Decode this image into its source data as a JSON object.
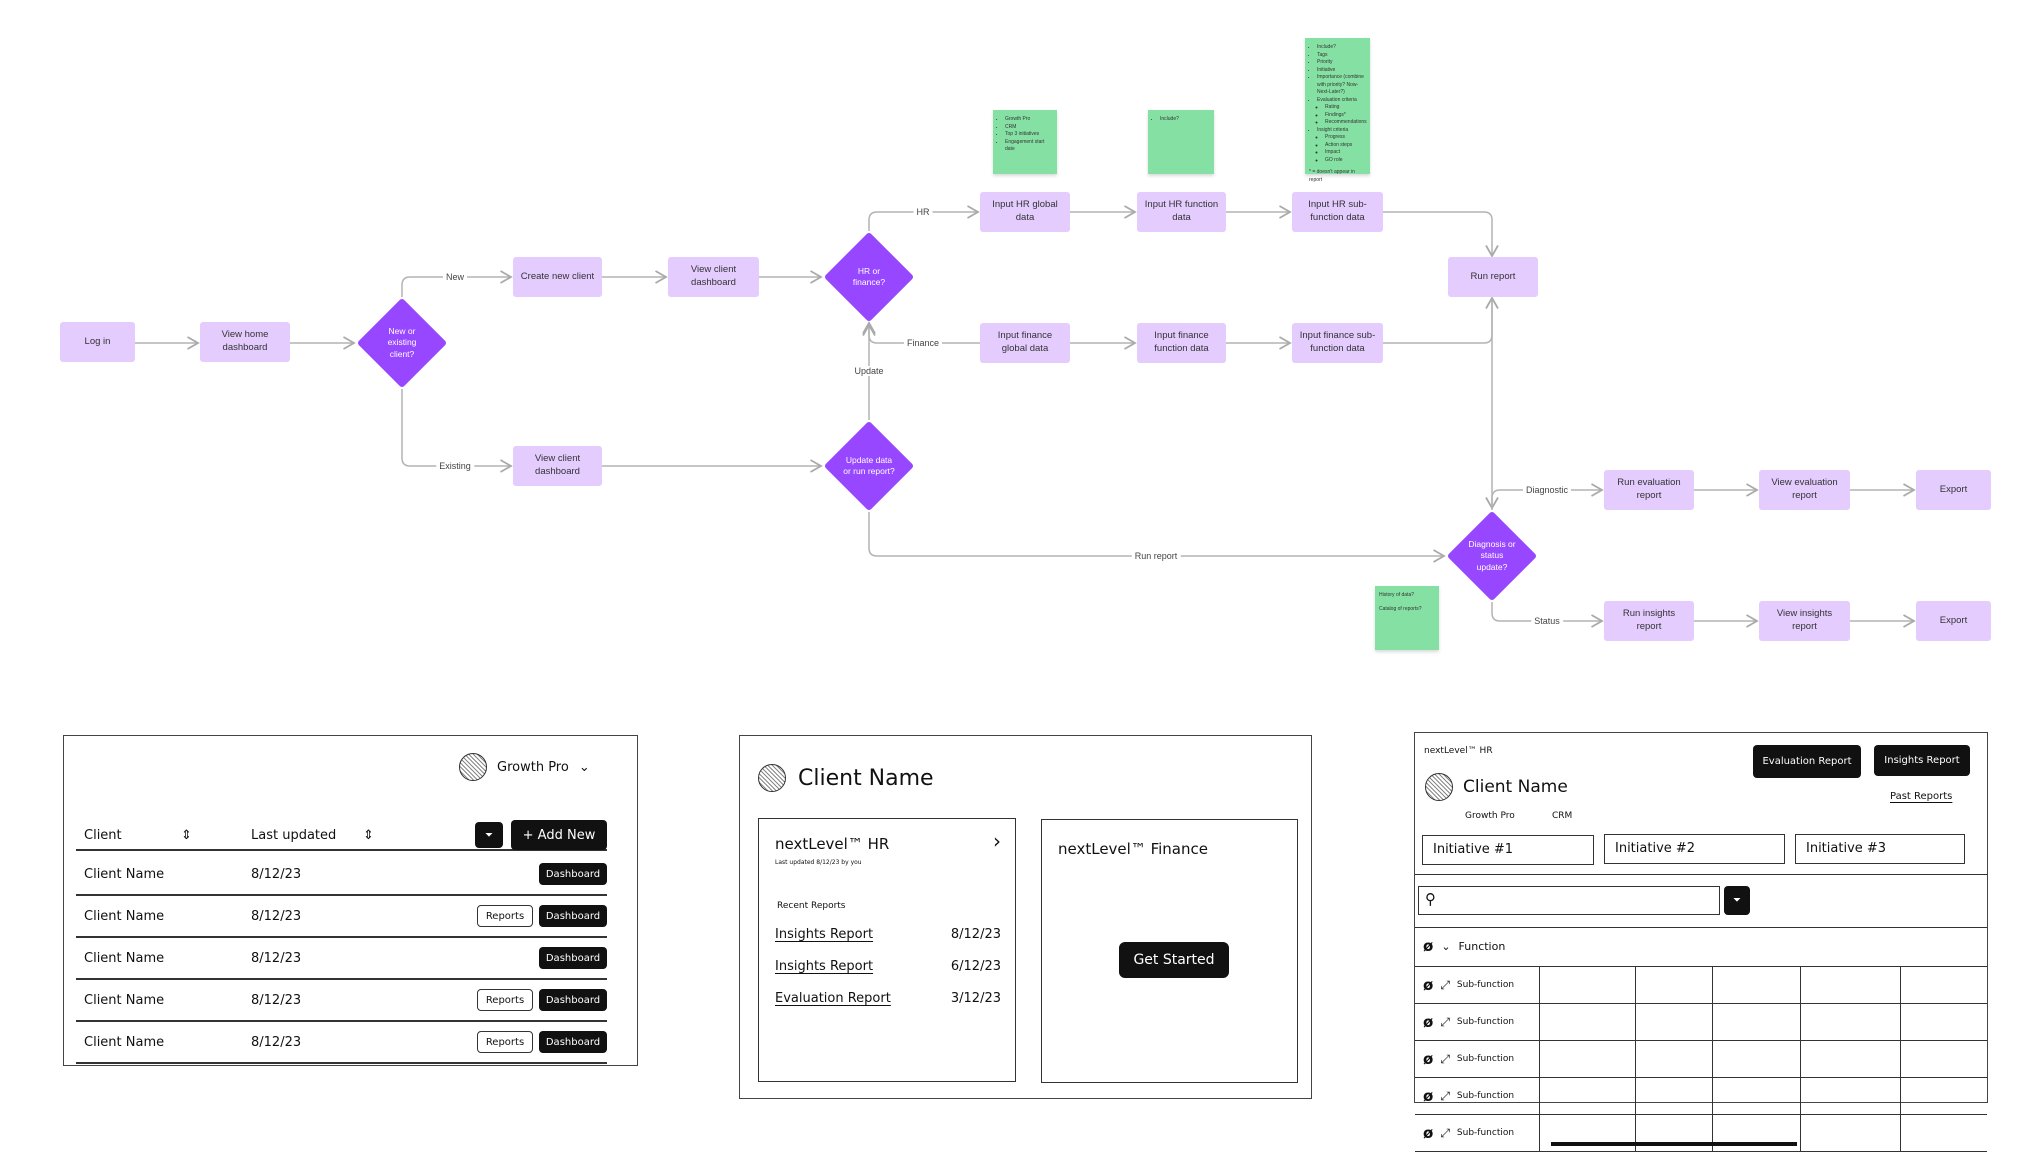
{
  "flow": {
    "nodes": {
      "login": "Log in",
      "home": "View home dashboard",
      "new_existing": "New or existing client?",
      "create": "Create new client",
      "view_client_top": "View client dashboard",
      "hr_finance": "HR or finance?",
      "view_client_bottom": "View client dashboard",
      "update_run": "Update data or run report?",
      "hr_global": "Input HR global data",
      "hr_function": "Input HR function data",
      "hr_sub": "Input HR sub-function data",
      "fin_global": "Input finance global data",
      "fin_function": "Input finance function data",
      "fin_sub": "Input finance sub-function data",
      "run_report": "Run report",
      "diag_status": "Diagnosis or status update?",
      "run_eval": "Run evaluation report",
      "view_eval": "View evaluation report",
      "export1": "Export",
      "run_ins": "Run insights report",
      "view_ins": "View insights report",
      "export2": "Export"
    },
    "edges": {
      "new": "New",
      "existing": "Existing",
      "hr": "HR",
      "finance": "Finance",
      "update": "Update",
      "run_report": "Run report",
      "diagnostic": "Diagnostic",
      "status": "Status"
    },
    "stickies": {
      "s1": [
        "Growth Pro",
        "CRM",
        "Top 3 initiatives",
        "Engagement start date"
      ],
      "s2": [
        "Include?"
      ],
      "s3": {
        "items": [
          "Include?",
          "Tags",
          "Priority",
          "Initiative",
          "Importance (combine with priority? Now-Next-Later?)",
          "Evaluation criteria"
        ],
        "eval": [
          "Rating",
          "Findings*",
          "Recommendations"
        ],
        "insight_label": "Insight criteria",
        "insight": [
          "Progress",
          "Action steps",
          "Impact",
          "GO role"
        ],
        "note": "* = doesn't appear in report"
      },
      "s4": [
        "History of data?",
        "Catalog of reports?"
      ]
    },
    "colors": {
      "process": "#e4ccff",
      "decision": "#9747ff",
      "sticky": "#85e0a3"
    }
  },
  "wf1": {
    "account": "Growth Pro",
    "col_client": "Client",
    "col_updated": "Last updated",
    "add_new": "+ Add New",
    "reports": "Reports",
    "dashboard": "Dashboard",
    "rows": [
      {
        "name": "Client Name",
        "date": "8/12/23",
        "reports": false
      },
      {
        "name": "Client Name",
        "date": "8/12/23",
        "reports": true
      },
      {
        "name": "Client Name",
        "date": "8/12/23",
        "reports": false
      },
      {
        "name": "Client Name",
        "date": "8/12/23",
        "reports": true
      },
      {
        "name": "Client Name",
        "date": "8/12/23",
        "reports": true
      }
    ]
  },
  "wf2": {
    "client": "Client Name",
    "hr_title": "nextLevel™ HR",
    "hr_updated": "Last updated 8/12/23 by you",
    "recent": "Recent Reports",
    "reports": [
      {
        "name": "Insights Report",
        "date": "8/12/23"
      },
      {
        "name": "Insights Report",
        "date": "6/12/23"
      },
      {
        "name": "Evaluation Report",
        "date": "3/12/23"
      }
    ],
    "fin_title": "nextLevel™ Finance",
    "get_started": "Get Started"
  },
  "wf3": {
    "product": "nextLevel™ HR",
    "eval_btn": "Evaluation Report",
    "ins_btn": "Insights Report",
    "client": "Client Name",
    "tag1": "Growth Pro",
    "tag2": "CRM",
    "past": "Past Reports",
    "initiatives": [
      "Initiative #1",
      "Initiative #2",
      "Initiative #3"
    ],
    "function": "Function",
    "sub": [
      "Sub-function",
      "Sub-function",
      "Sub-function",
      "Sub-function",
      "Sub-function"
    ]
  }
}
